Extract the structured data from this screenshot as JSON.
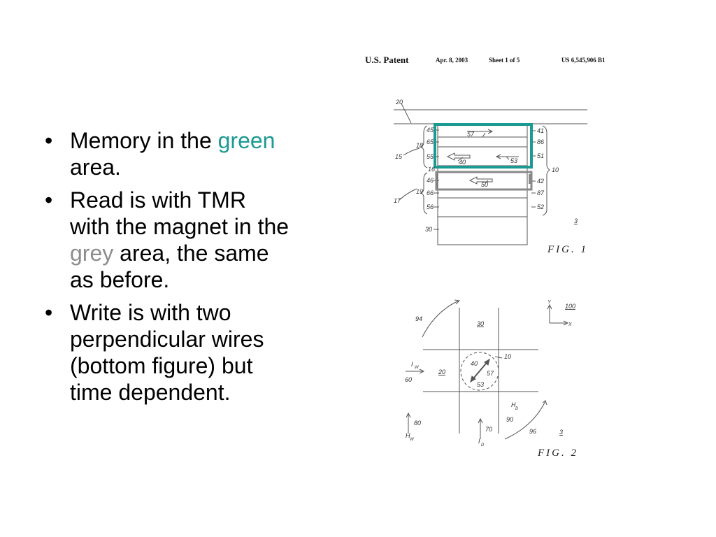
{
  "bullets": [
    {
      "line1_pre": "Memory in the ",
      "line1_highlight": "green",
      "line2": "area."
    },
    {
      "line1": "Read is with TMR",
      "line2": "with the magnet in the",
      "line3_highlight": "grey",
      "line3_post": " area, the same",
      "line4": "as before."
    },
    {
      "line1": "Write is with two",
      "line2": "perpendicular wires",
      "line3": "(bottom figure) but",
      "line4": "time dependent."
    }
  ],
  "colors": {
    "green_highlight": "#1a9a92",
    "grey_highlight": "#8c8c8c",
    "green_box": "#1a9a92",
    "grey_box": "#888888"
  },
  "patent": {
    "name": "U.S. Patent",
    "date": "Apr. 8, 2003",
    "sheet": "Sheet 1 of 5",
    "number": "US 6,545,906 B1"
  },
  "fig1": {
    "label": "FIG. 1",
    "page_mark": "3",
    "refs": {
      "r20": "20",
      "r45": "45",
      "r65": "65",
      "r55": "55",
      "r16": "16",
      "r46": "46",
      "r66": "66",
      "r56": "56",
      "r30": "30",
      "r18": "18",
      "r15": "15",
      "r19": "19",
      "r17": "17",
      "r57": "57",
      "r40": "40",
      "r53": "53",
      "r50": "50",
      "r41": "41",
      "r86": "86",
      "r51": "51",
      "r10": "10",
      "r42": "42",
      "r87": "87",
      "r52": "52"
    }
  },
  "fig2": {
    "label": "FIG. 2",
    "page_mark": "3",
    "axis_ref": "100",
    "axis_x": "X",
    "axis_y": "Y",
    "refs": {
      "r94": "94",
      "r30": "30",
      "r10": "10",
      "r40": "40",
      "r57": "57",
      "r53": "53",
      "r20": "20",
      "r60": "60",
      "r80": "80",
      "r70": "70",
      "r90": "90",
      "r96": "96"
    },
    "currents": {
      "iw": "I",
      "iw_sub": "W",
      "hw": "H",
      "hw_sub": "W",
      "id": "I",
      "id_sub": "D",
      "hd": "H",
      "hd_sub": "D"
    }
  }
}
